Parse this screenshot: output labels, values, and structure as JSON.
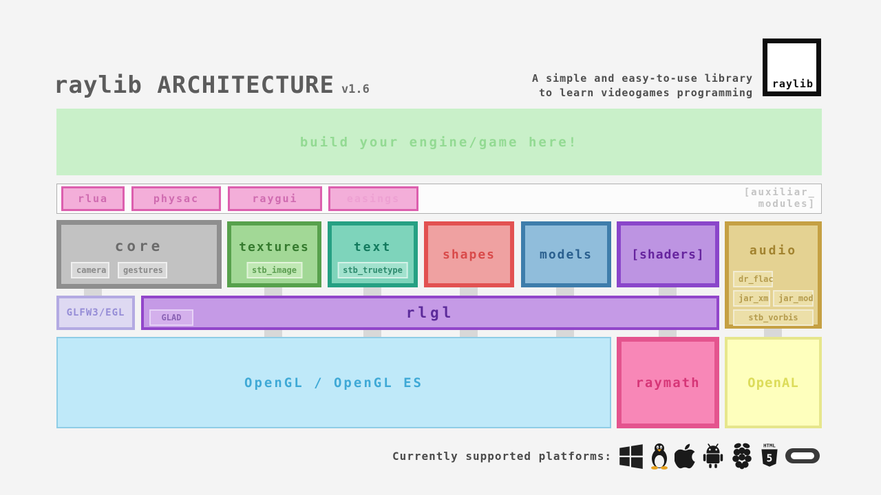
{
  "header": {
    "title": "raylib ARCHITECTURE",
    "version": "v1.6",
    "tagline_line1": "A simple and easy-to-use library",
    "tagline_line2": "to learn videogames programming",
    "logo_text": "raylib"
  },
  "banner": {
    "text": "build your engine/game here!"
  },
  "aux_modules": {
    "items": [
      {
        "label": "rlua"
      },
      {
        "label": "physac"
      },
      {
        "label": "raygui"
      },
      {
        "label": "easings"
      }
    ],
    "caption_line1": "[auxiliar_",
    "caption_line2": "modules]"
  },
  "modules": {
    "core": {
      "label": "core",
      "sub": [
        "camera",
        "gestures"
      ]
    },
    "textures": {
      "label": "textures",
      "sub": [
        "stb_image"
      ]
    },
    "text": {
      "label": "text",
      "sub": [
        "stb_truetype"
      ]
    },
    "shapes": {
      "label": "shapes"
    },
    "models": {
      "label": "models"
    },
    "shaders": {
      "label": "[shaders]"
    },
    "audio": {
      "label": "audio",
      "sub": [
        "dr_flac",
        "jar_xm",
        "jar_mod",
        "stb_vorbis"
      ]
    }
  },
  "platform_layer": {
    "glfw": "GLFW3/EGL",
    "rlgl": "rlgl",
    "glad": "GLAD",
    "opengl": "OpenGL / OpenGL ES",
    "raymath": "raymath",
    "openal": "OpenAL"
  },
  "footer": {
    "platforms_label": "Currently supported platforms:",
    "platform_icons": [
      "windows",
      "linux",
      "apple",
      "android",
      "raspberry-pi",
      "html5",
      "oculus-vr"
    ]
  },
  "palette": {
    "background": "#f4f4f4",
    "banner_green": "#c9f0c9",
    "aux_pink": "#dc5fae",
    "core_gray": "#8e8e8e",
    "textures_green": "#57a14c",
    "text_teal": "#26a083",
    "shapes_red": "#e25151",
    "models_blue": "#3e7dab",
    "shaders_purple": "#8a46ca",
    "audio_gold": "#c5a043",
    "rlgl_purple": "#9246ca",
    "glfw_lavender": "#b3aae2",
    "opengl_blue": "#bfe9f9",
    "raymath_pink": "#e4548e",
    "openal_yellow": "#feffbd"
  }
}
